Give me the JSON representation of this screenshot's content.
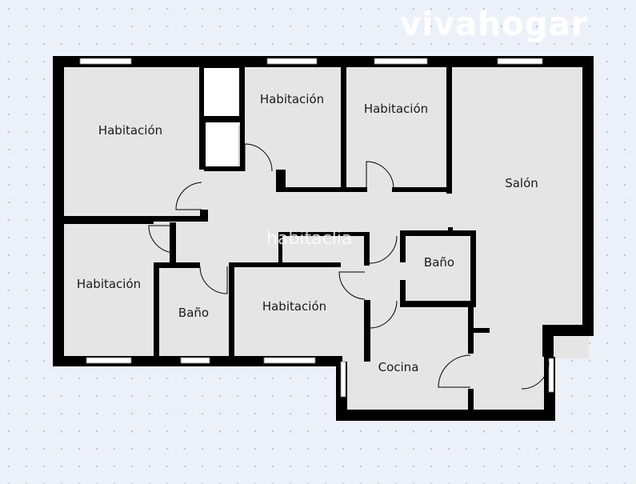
{
  "brand": {
    "logo_text": "vivahogar",
    "accent_color": "#ffffff"
  },
  "watermark": {
    "text": "habitaclia"
  },
  "colors": {
    "background": "#ecf0f8",
    "grid_dot": "#b9c6e0",
    "room_fill": "#e5e5e5",
    "wall": "#000000",
    "window": "#ffffff"
  },
  "rooms": [
    {
      "id": "habitacion-1",
      "label": "Habitación"
    },
    {
      "id": "habitacion-2",
      "label": "Habitación"
    },
    {
      "id": "habitacion-3",
      "label": "Habitación"
    },
    {
      "id": "salon",
      "label": "Salón"
    },
    {
      "id": "habitacion-4",
      "label": "Habitación"
    },
    {
      "id": "bano-1",
      "label": "Baño"
    },
    {
      "id": "habitacion-5",
      "label": "Habitación"
    },
    {
      "id": "bano-2",
      "label": "Baño"
    },
    {
      "id": "cocina",
      "label": "Cocina"
    }
  ]
}
